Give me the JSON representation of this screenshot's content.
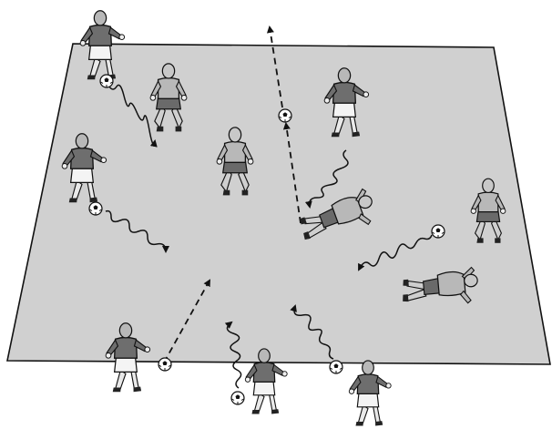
{
  "diagram": {
    "field_color": "#d0d0d0",
    "outline_color": "#111111",
    "dark_kit_color": "#6e6e6e",
    "light_kit_color": "#b8b8b8",
    "shorts_color": "#f4f4f4",
    "ball_icon": "soccer-ball-icon",
    "players": [
      {
        "kit": "dark",
        "pose": "standing-ball",
        "has_ball": true
      },
      {
        "kit": "light",
        "pose": "goalkeeper-ready",
        "has_ball": false
      },
      {
        "kit": "light",
        "pose": "goalkeeper-ready",
        "has_ball": false
      },
      {
        "kit": "dark",
        "pose": "running",
        "has_ball": false
      },
      {
        "kit": "dark",
        "pose": "dribbling",
        "has_ball": true
      },
      {
        "kit": "light",
        "pose": "diving",
        "has_ball": false
      },
      {
        "kit": "light",
        "pose": "crouching",
        "has_ball": false
      },
      {
        "kit": "light",
        "pose": "lying",
        "has_ball": false
      },
      {
        "kit": "dark",
        "pose": "passing",
        "has_ball": true
      },
      {
        "kit": "dark",
        "pose": "dribbling",
        "has_ball": true
      },
      {
        "kit": "dark",
        "pose": "dribbling",
        "has_ball": true
      }
    ],
    "movements": [
      {
        "type": "dribble",
        "line": "wavy"
      },
      {
        "type": "dribble",
        "line": "wavy"
      },
      {
        "type": "dribble",
        "line": "wavy"
      },
      {
        "type": "dribble",
        "line": "wavy"
      },
      {
        "type": "dribble",
        "line": "wavy"
      },
      {
        "type": "dribble",
        "line": "wavy"
      },
      {
        "type": "pass",
        "line": "dashed"
      },
      {
        "type": "pass",
        "line": "dashed"
      },
      {
        "type": "pass",
        "line": "dashed"
      }
    ]
  }
}
